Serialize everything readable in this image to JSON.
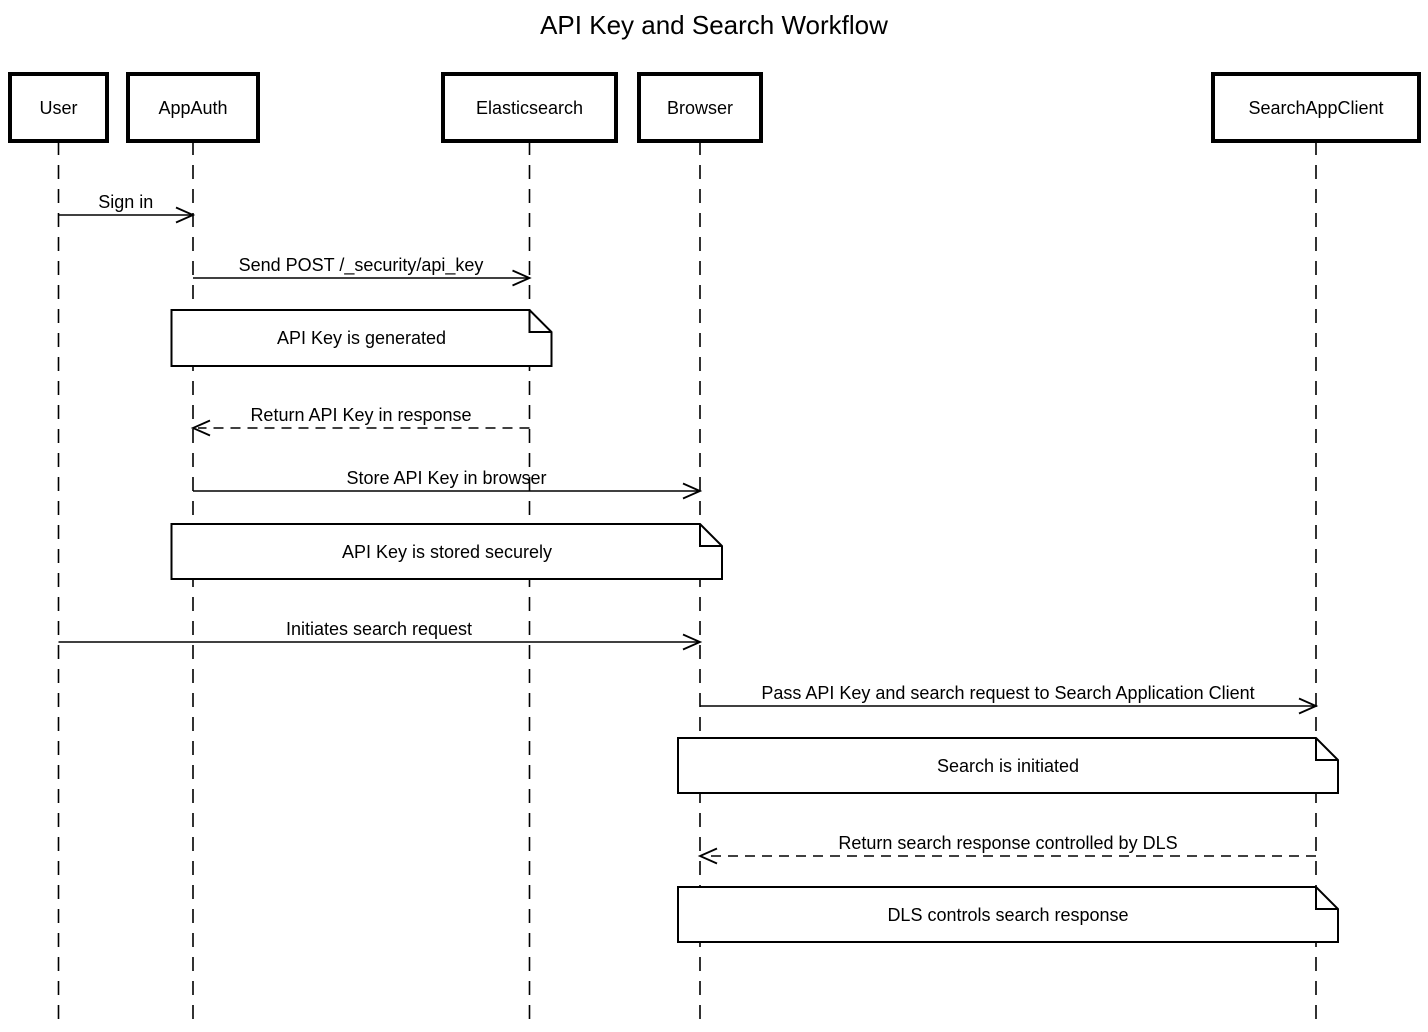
{
  "title": "API Key and Search Workflow",
  "diagram": {
    "type": "sequence-diagram",
    "colors": {
      "background": "#ffffff",
      "line": "#000000",
      "text": "#000000",
      "shape_fill": "#ffffff"
    },
    "participants": [
      {
        "name": "User"
      },
      {
        "name": "AppAuth"
      },
      {
        "name": "Elasticsearch"
      },
      {
        "name": "Browser"
      },
      {
        "name": "SearchAppClient"
      }
    ],
    "messages": [
      {
        "kind": "arrow",
        "from": "User",
        "to": "AppAuth",
        "style": "solid",
        "label": "Sign in"
      },
      {
        "kind": "arrow",
        "from": "AppAuth",
        "to": "Elasticsearch",
        "style": "solid",
        "label": "Send POST /_security/api_key"
      },
      {
        "kind": "note",
        "over": [
          "AppAuth",
          "Elasticsearch"
        ],
        "label": "API Key is generated"
      },
      {
        "kind": "arrow",
        "from": "Elasticsearch",
        "to": "AppAuth",
        "style": "dashed",
        "label": "Return API Key in response"
      },
      {
        "kind": "arrow",
        "from": "AppAuth",
        "to": "Browser",
        "style": "solid",
        "label": "Store API Key in browser"
      },
      {
        "kind": "note",
        "over": [
          "AppAuth",
          "Browser"
        ],
        "label": "API Key is stored securely"
      },
      {
        "kind": "arrow",
        "from": "User",
        "to": "Browser",
        "style": "solid",
        "label": "Initiates search request"
      },
      {
        "kind": "arrow",
        "from": "Browser",
        "to": "SearchAppClient",
        "style": "solid",
        "label": "Pass API Key and search request to Search Application Client"
      },
      {
        "kind": "note",
        "over": [
          "Browser",
          "SearchAppClient"
        ],
        "label": "Search is initiated"
      },
      {
        "kind": "arrow",
        "from": "SearchAppClient",
        "to": "Browser",
        "style": "dashed",
        "label": "Return search response controlled by DLS"
      },
      {
        "kind": "note",
        "over": [
          "Browser",
          "SearchAppClient"
        ],
        "label": "DLS controls search response"
      }
    ]
  }
}
